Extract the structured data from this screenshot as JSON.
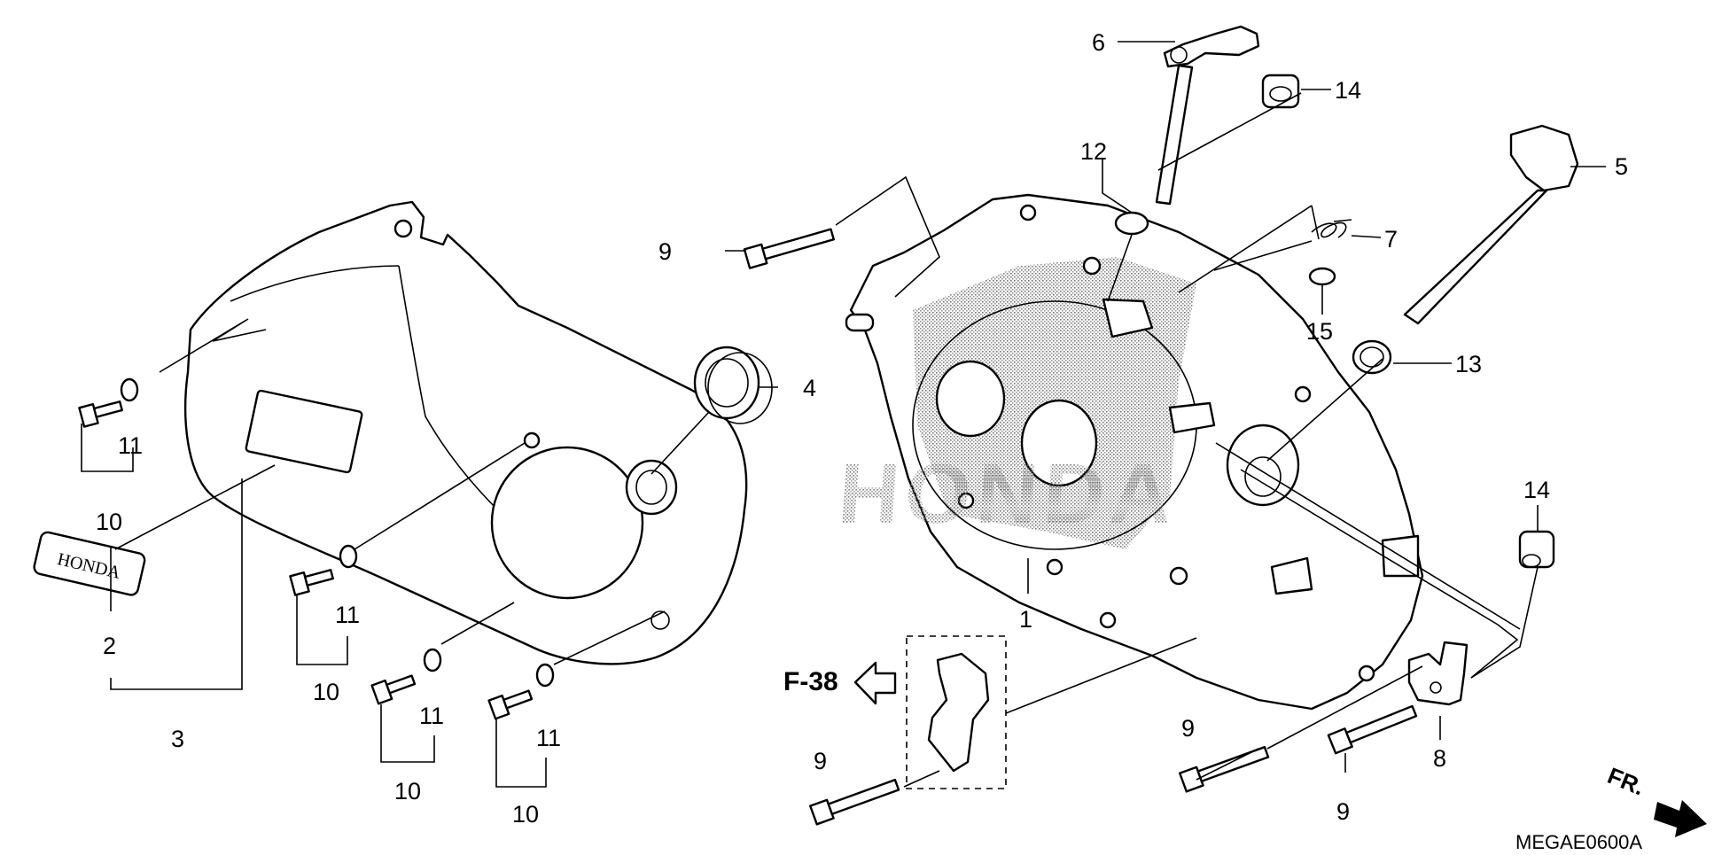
{
  "diagram_code": "MEGAE0600A",
  "reference": {
    "label": "F-38"
  },
  "direction": {
    "label": "FR."
  },
  "watermark": {
    "text": "HONDA"
  },
  "emblem": {
    "text": "HONDA"
  },
  "callouts": {
    "c1": "1",
    "c2": "2",
    "c3": "3",
    "c4": "4",
    "c5": "5",
    "c6": "6",
    "c7": "7",
    "c8": "8",
    "c9a": "9",
    "c9b": "9",
    "c9c": "9",
    "c9d": "9",
    "c10a": "10",
    "c10b": "10",
    "c10c": "10",
    "c10d": "10",
    "c11a": "11",
    "c11b": "11",
    "c11c": "11",
    "c11d": "11",
    "c12": "12",
    "c13": "13",
    "c14a": "14",
    "c14b": "14",
    "c15": "15"
  }
}
